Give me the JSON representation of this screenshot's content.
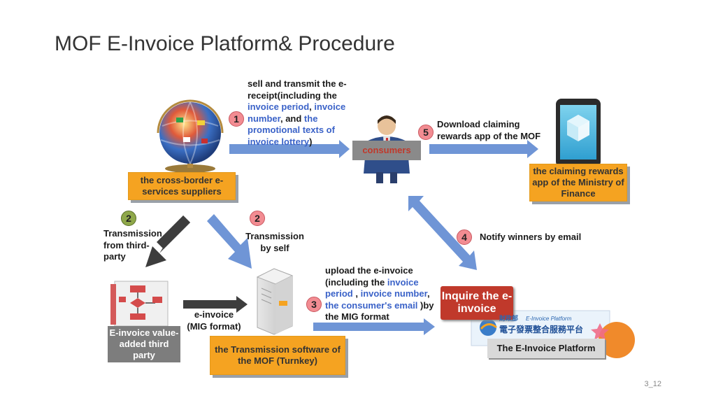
{
  "title": "MOF E-Invoice Platform& Procedure",
  "page_number": "3_12",
  "nodes": {
    "suppliers": "the cross-border e-services suppliers",
    "consumers": "consumers",
    "claiming_app": "the claiming rewards app of the Ministry of Finance",
    "third_party": "E-invoice value-added third party",
    "turnkey": "the Transmission software of the MOF (Turnkey)",
    "inquire": "Inquire the e-invoice",
    "platform_label": "The E-Invoice Platform",
    "platform_banner_en": "E-Invoice Platform",
    "platform_banner_zh": "電子發票整合服務平台",
    "platform_banner_top": "財政部"
  },
  "steps": {
    "s1_number": "1",
    "s1_a": "sell and transmit the e-",
    "s1_b": "receipt(including  the",
    "s1_c1": "invoice period",
    "s1_c2": ", ",
    "s1_c3": "invoice",
    "s1_d1": "number",
    "s1_d2": ", and ",
    "s1_d3": "the",
    "s1_e": "promotional texts of",
    "s1_f1": "invoice lottery",
    "s1_f2": ")",
    "s2_third_number": "2",
    "s2_third": "Transmission from third-party",
    "s2_self_number": "2",
    "s2_self": "Transmission by self",
    "s3_number": "3",
    "s3_a": "upload the e-invoice",
    "s3_b1": "(including the ",
    "s3_b2": "invoice",
    "s3_c1": "period",
    "s3_c2": " , ",
    "s3_c3": "invoice number",
    "s3_c4": ",",
    "s3_d1": "the consumer's email",
    "s3_d2": " )by",
    "s3_e": "the MIG format",
    "s4_number": "4",
    "s4": "Notify winners by email",
    "s5_number": "5",
    "s5": "Download claiming rewards app of the MOF",
    "einvoice_mig": "e-invoice (MIG format)"
  },
  "colors": {
    "arrow_blue": "#6f95d6",
    "arrow_dark": "#3d3d3d",
    "orange": "#f5a321",
    "badge_pink": "#f28c92",
    "badge_green": "#8fa84a",
    "red": "#c0392b"
  }
}
